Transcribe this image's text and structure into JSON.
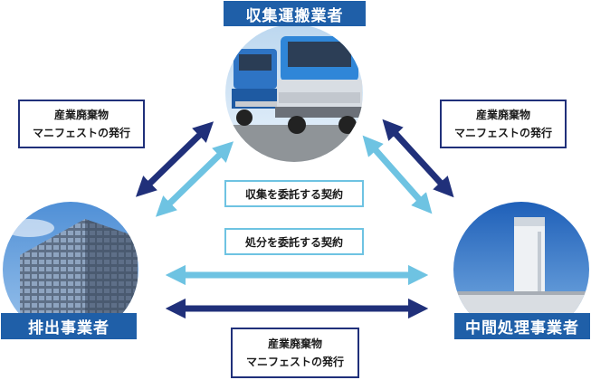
{
  "parties": {
    "collector": "収集運搬業者",
    "generator": "排出事業者",
    "processor": "中間処理事業者"
  },
  "manifest_notes": {
    "left": [
      "産業廃棄物",
      "マニフェストの発行"
    ],
    "right": [
      "産業廃棄物",
      "マニフェストの発行"
    ],
    "bottom": [
      "産業廃棄物",
      "マニフェストの発行"
    ]
  },
  "contracts": {
    "collection": "収集を委託する契約",
    "disposal": "処分を委託する契約"
  },
  "colors": {
    "badge": "#1f5fa8",
    "dark_arrow": "#20307a",
    "light_arrow": "#6ec3e2"
  }
}
